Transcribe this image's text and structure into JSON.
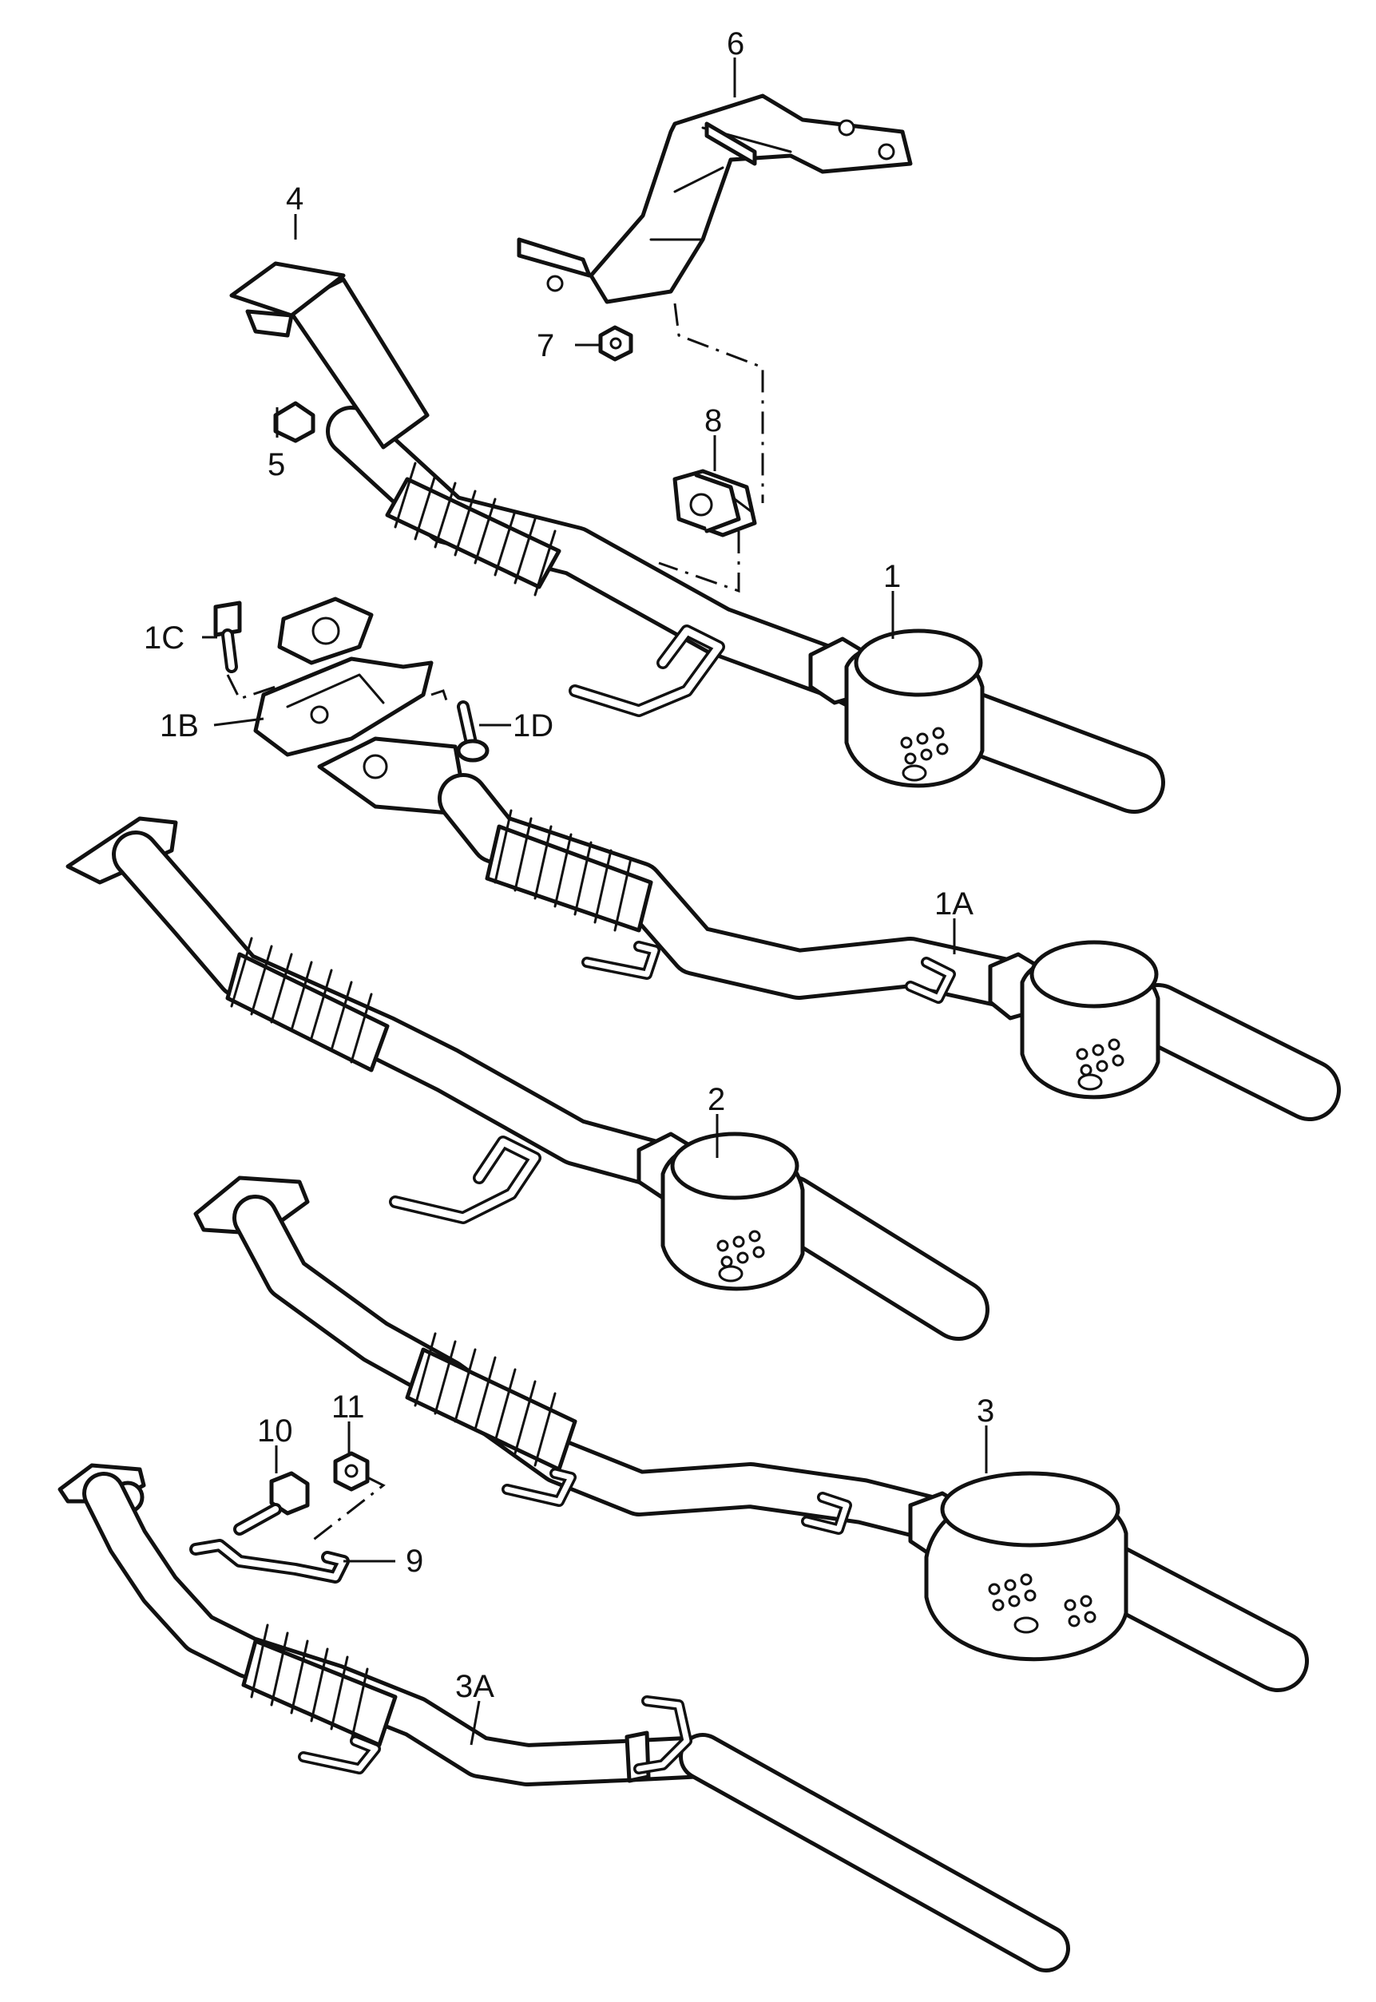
{
  "diagram": {
    "callouts": [
      "1",
      "1A",
      "1B",
      "1C",
      "1D",
      "2",
      "3",
      "3A",
      "4",
      "5",
      "6",
      "7",
      "8",
      "9",
      "10",
      "11"
    ]
  }
}
